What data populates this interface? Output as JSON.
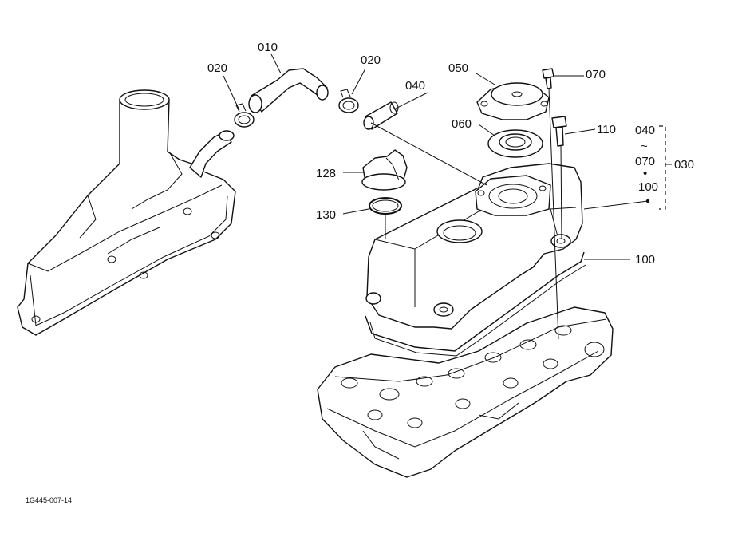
{
  "diagram": {
    "labels": {
      "p010": "010",
      "p020_left": "020",
      "p020_right": "020",
      "p040": "040",
      "p050": "050",
      "p060": "060",
      "p070": "070",
      "p110": "110",
      "p128": "128",
      "p130": "130",
      "p100": "100"
    },
    "set_bracket": {
      "from": "040",
      "range_mark": "~",
      "mid": "070",
      "dot": "•",
      "to": "100",
      "set_number": "030"
    },
    "figure_code": "1G445-007-14"
  }
}
